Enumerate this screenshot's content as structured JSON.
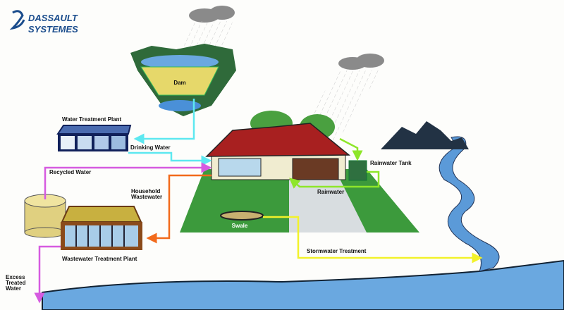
{
  "logo": {
    "line1": "DASSAULT",
    "line2": "SYSTEMES"
  },
  "labels": {
    "dam": "Dam",
    "water_treatment_plant": "Water Treatment Plant",
    "drinking_water": "Drinking Water",
    "recycled_water": "Recycled Water",
    "household_wastewater_1": "Household",
    "household_wastewater_2": "Wastewater",
    "wastewater_treatment_plant": "Wastewater Treatment Plant",
    "excess_1": "Excess",
    "excess_2": "Treated",
    "excess_3": "Water",
    "rainwater_tank": "Rainwater Tank",
    "rainwater": "Rainwater",
    "swale": "Swale",
    "stormwater_treatment": "Stormwater Treatment"
  },
  "colors": {
    "drinking": "#5de8f0",
    "recycled": "#d65be0",
    "wastewater": "#f26a1b",
    "rainwater": "#8ee62a",
    "stormwater": "#f2f22a",
    "water": "#6aa8e0",
    "grass": "#3c9a3c",
    "roof": "#a82020"
  }
}
